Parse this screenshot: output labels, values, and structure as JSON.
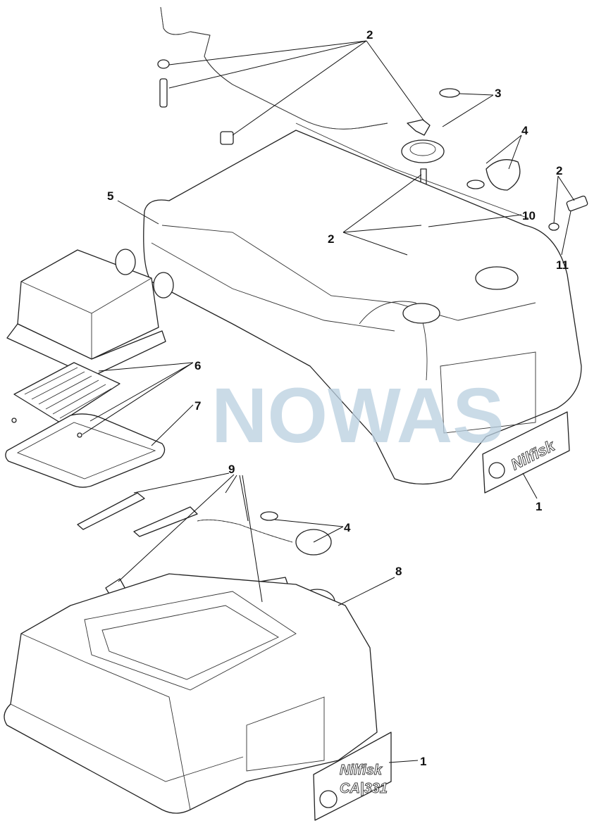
{
  "diagram": {
    "watermark": "NOWAS",
    "callouts": {
      "c2a": "2",
      "c3": "3",
      "c4a": "4",
      "c2b": "2",
      "c2c": "2",
      "c10": "10",
      "c11": "11",
      "c5": "5",
      "c6": "6",
      "c7": "7",
      "c9": "9",
      "c4b": "4",
      "c8": "8",
      "c1a": "1",
      "c1b": "1"
    },
    "decal_upper": {
      "brand": "Nilfisk"
    },
    "decal_lower": {
      "brand": "Nilfisk",
      "model": "CA|331"
    }
  }
}
